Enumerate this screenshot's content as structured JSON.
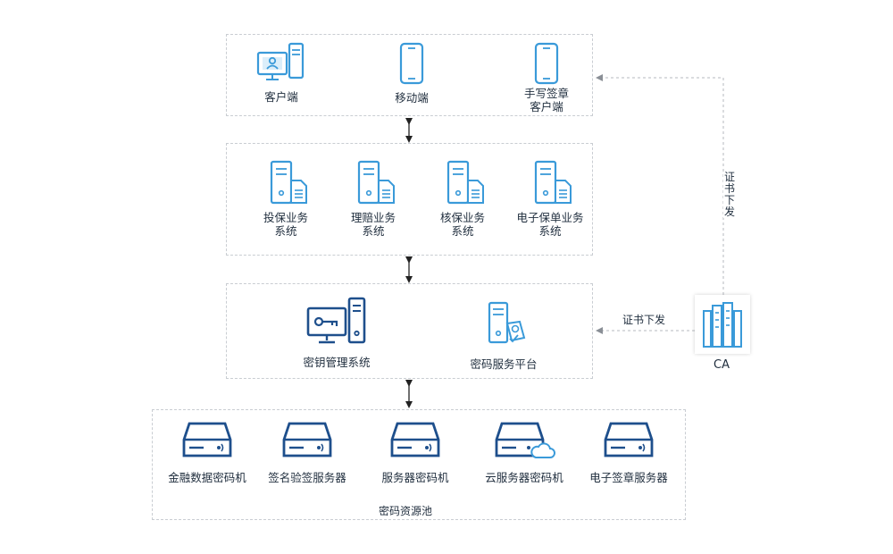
{
  "layer1": {
    "items": [
      {
        "label": "客户端"
      },
      {
        "label": "移动端"
      },
      {
        "label_line1": "手写签章",
        "label_line2": "客户端"
      }
    ]
  },
  "layer2": {
    "items": [
      {
        "line1": "投保业务",
        "line2": "系统"
      },
      {
        "line1": "理赔业务",
        "line2": "系统"
      },
      {
        "line1": "核保业务",
        "line2": "系统"
      },
      {
        "line1": "电子保单业务",
        "line2": "系统"
      }
    ]
  },
  "layer3": {
    "items": [
      {
        "label": "密钥管理系统"
      },
      {
        "label": "密码服务平台"
      }
    ]
  },
  "layer4": {
    "items": [
      {
        "label": "金融数据密码机"
      },
      {
        "label": "签名验签服务器"
      },
      {
        "label": "服务器密码机"
      },
      {
        "label": "云服务器密码机"
      },
      {
        "label": "电子签章服务器"
      }
    ],
    "caption": "密码资源池"
  },
  "ca": {
    "label": "CA"
  },
  "arrows": {
    "issue_vertical": "证\n书\n下\n发",
    "issue_horizontal": "证书下发"
  },
  "colors": {
    "icon_light": "#3a9ad9",
    "icon_dark": "#1e4f8c",
    "dashed_border": "#c9cdd2",
    "connector": "#222222",
    "dashed_arrow": "#b5b9bf"
  },
  "icons": {
    "layer1": [
      "desktop-user-icon",
      "mobile-phone-icon",
      "mobile-phone-icon"
    ],
    "layer2": "server-document-icon",
    "layer3": [
      "monitor-key-server-icon",
      "server-certificate-icon"
    ],
    "layer4": [
      "server-device-icon",
      "server-device-icon",
      "server-device-icon",
      "cloud-server-device-icon",
      "server-device-icon"
    ],
    "ca": "ca-building-icon"
  }
}
